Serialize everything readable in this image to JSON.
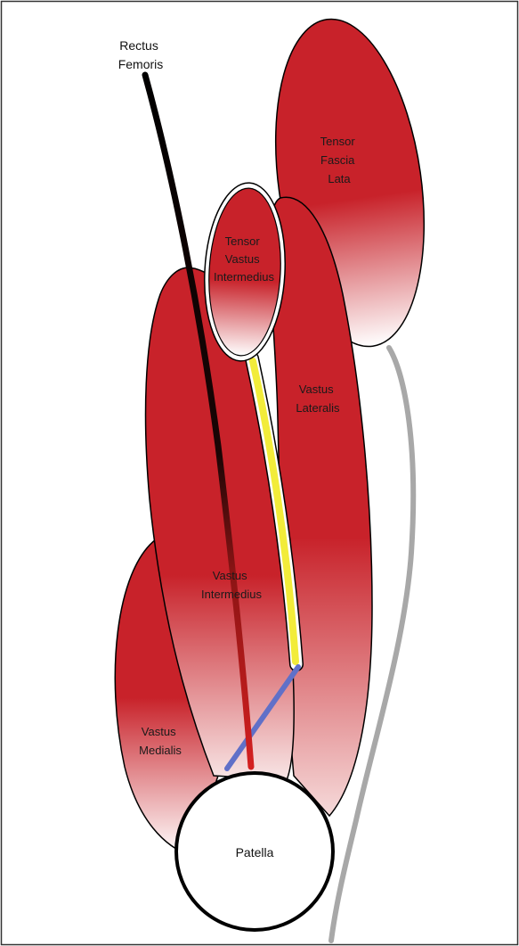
{
  "labels": {
    "rectus_femoris": [
      "Rectus",
      "Femoris"
    ],
    "tensor_fascia_lata": [
      "Tensor",
      "Fascia",
      "Lata"
    ],
    "tensor_vastus_intermedius": [
      "Tensor",
      "Vastus",
      "Intermedius"
    ],
    "vastus_lateralis": [
      "Vastus",
      "Lateralis"
    ],
    "vastus_intermedius": [
      "Vastus",
      "Intermedius"
    ],
    "vastus_medialis": [
      "Vastus",
      "Medialis"
    ],
    "patella": "Patella"
  },
  "colors": {
    "muscle": "#c8222a",
    "fade": "#ffffff",
    "outline": "#000000",
    "yellow_tendon": "#f2ec3a",
    "blue_tendon": "#6070c8",
    "rectus_line": "#000000",
    "rectus_line_end": "#d42020",
    "gray_tendon": "#a8a8a8",
    "frame": "#333333"
  }
}
